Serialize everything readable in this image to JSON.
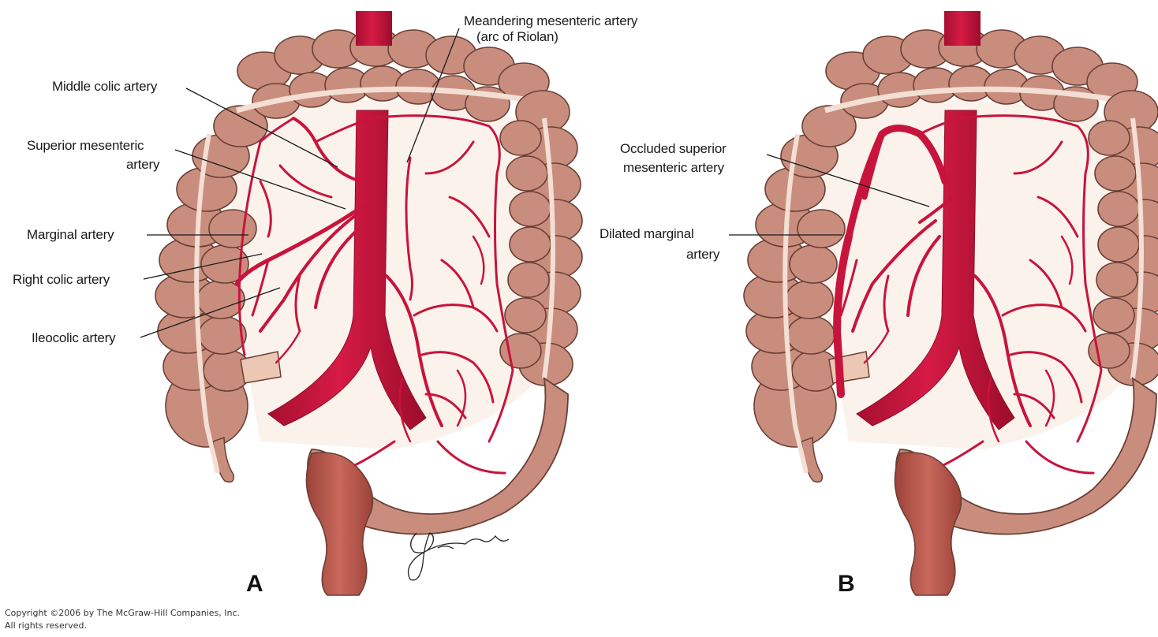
{
  "panels": [
    {
      "letter": "A",
      "labels": {
        "meandering_line1": "Meandering mesenteric artery",
        "meandering_line2": "(arc of Riolan)",
        "middle_colic": "Middle colic artery",
        "sma_line1": "Superior mesenteric",
        "sma_line2": "artery",
        "marginal": "Marginal artery",
        "right_colic": "Right colic artery",
        "ileocolic": "Ileocolic artery"
      }
    },
    {
      "letter": "B",
      "labels": {
        "occluded_line1": "Occluded superior",
        "occluded_line2": "mesenteric artery",
        "dilated_line1": "Dilated marginal",
        "dilated_line2": "artery"
      }
    }
  ],
  "copyright": {
    "line1": "Copyright ©2006 by The McGraw-Hill Companies, Inc.",
    "line2": "All rights reserved."
  },
  "signature_text": "Grafman",
  "colors": {
    "colon": "#c98d7e",
    "colon_outline": "#6b3f35",
    "mesentery": "#f1ddd2",
    "artery": "#c8143c",
    "artery_dark": "#8e0d28",
    "rectum": "#b85a4f"
  }
}
